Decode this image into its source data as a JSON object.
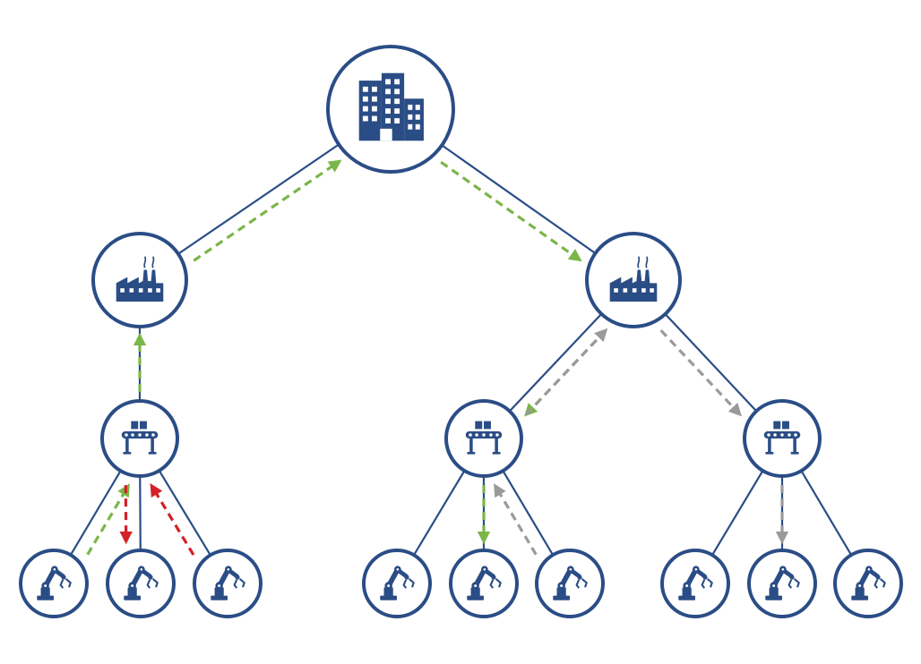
{
  "colors": {
    "node": "#2b4d86",
    "edge": "#2b4d86",
    "flow_up": "#7ab648",
    "flow_alert": "#d42027",
    "flow_inactive": "#9a9a9a"
  },
  "nodes": [
    {
      "id": "hq",
      "icon": "office-building-icon"
    },
    {
      "id": "factory-left",
      "icon": "factory-icon"
    },
    {
      "id": "factory-right",
      "icon": "factory-icon"
    },
    {
      "id": "line-a",
      "icon": "conveyor-belt-icon"
    },
    {
      "id": "line-b",
      "icon": "conveyor-belt-icon"
    },
    {
      "id": "line-c",
      "icon": "conveyor-belt-icon"
    },
    {
      "id": "robot-a1",
      "icon": "robot-arm-icon"
    },
    {
      "id": "robot-a2",
      "icon": "robot-arm-icon"
    },
    {
      "id": "robot-a3",
      "icon": "robot-arm-icon"
    },
    {
      "id": "robot-b1",
      "icon": "robot-arm-icon"
    },
    {
      "id": "robot-b2",
      "icon": "robot-arm-icon"
    },
    {
      "id": "robot-b3",
      "icon": "robot-arm-icon"
    },
    {
      "id": "robot-c1",
      "icon": "robot-arm-icon"
    },
    {
      "id": "robot-c2",
      "icon": "robot-arm-icon"
    },
    {
      "id": "robot-c3",
      "icon": "robot-arm-icon"
    }
  ],
  "edges": [
    [
      "hq",
      "factory-left"
    ],
    [
      "hq",
      "factory-right"
    ],
    [
      "factory-left",
      "line-a"
    ],
    [
      "factory-right",
      "line-b"
    ],
    [
      "factory-right",
      "line-c"
    ],
    [
      "line-a",
      "robot-a1"
    ],
    [
      "line-a",
      "robot-a2"
    ],
    [
      "line-a",
      "robot-a3"
    ],
    [
      "line-b",
      "robot-b1"
    ],
    [
      "line-b",
      "robot-b2"
    ],
    [
      "line-b",
      "robot-b3"
    ],
    [
      "line-c",
      "robot-c1"
    ],
    [
      "line-c",
      "robot-c2"
    ],
    [
      "line-c",
      "robot-c3"
    ]
  ],
  "flows": [
    {
      "from": "factory-left",
      "to": "hq",
      "color": "flow_up"
    },
    {
      "from": "hq",
      "to": "factory-right",
      "color": "flow_up"
    },
    {
      "from": "line-a",
      "to": "factory-left",
      "color": "flow_up"
    },
    {
      "from": "robot-a1",
      "to": "line-a",
      "color": "flow_up"
    },
    {
      "from": "line-a",
      "to": "robot-a2",
      "color": "flow_alert"
    },
    {
      "from": "robot-a3",
      "to": "line-a",
      "color": "flow_alert"
    },
    {
      "from": "factory-right",
      "to": "line-b",
      "color": "flow_up"
    },
    {
      "from": "line-b",
      "to": "factory-right",
      "color": "flow_inactive"
    },
    {
      "from": "factory-right",
      "to": "line-c",
      "color": "flow_inactive"
    },
    {
      "from": "line-b",
      "to": "robot-b2",
      "color": "flow_up"
    },
    {
      "from": "robot-b3",
      "to": "line-b",
      "color": "flow_inactive"
    },
    {
      "from": "line-c",
      "to": "robot-c2",
      "color": "flow_inactive"
    }
  ]
}
